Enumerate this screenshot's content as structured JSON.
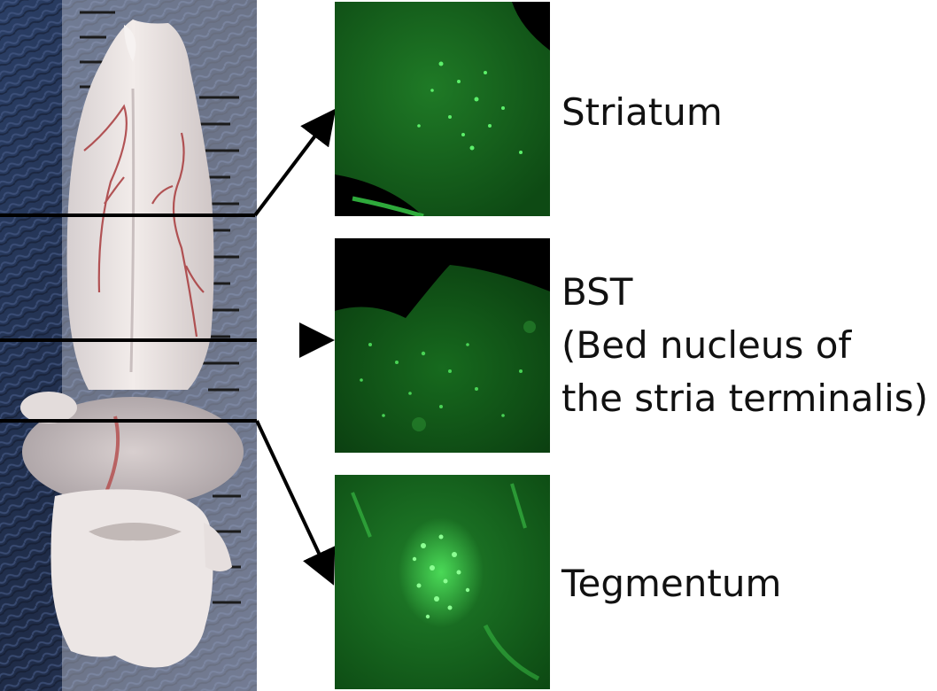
{
  "labels": {
    "striatum": "Striatum",
    "bst_line1": "BST",
    "bst_line2": "(Bed nucleus of",
    "bst_line3": "the stria terminalis)",
    "tegmentum": "Tegmentum"
  },
  "colors": {
    "fluorescence": "#2fd24a",
    "tissue": "#e9e1de",
    "vessel": "#a83a3c",
    "background": "#2a3a5a"
  }
}
